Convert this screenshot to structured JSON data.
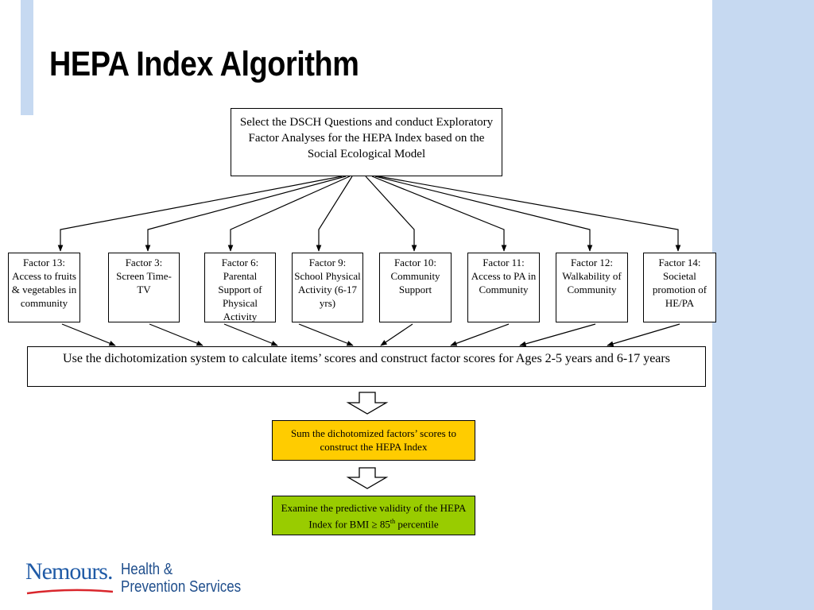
{
  "slide": {
    "title": "HEPA Index Algorithm",
    "colors": {
      "accent_band": "#c6d9f1",
      "sum_box": "#ffcc00",
      "exam_box": "#99cc00",
      "logo_blue": "#1f5aa6",
      "logo_red": "#d9262c"
    }
  },
  "diagram": {
    "top_box": "Select the DSCH Questions and conduct Exploratory Factor Analyses for the HEPA Index based on the Social Ecological Model",
    "factors": [
      "Factor 13: Access to fruits & vegetables in community",
      "Factor 3: Screen Time-TV",
      "Factor 6: Parental Support of Physical Activity",
      "Factor 9: School Physical Activity (6-17 yrs)",
      "Factor 10: Community Support",
      "Factor 11: Access to PA in Community",
      "Factor 12: Walkability of Community",
      "Factor 14: Societal promotion of HE/PA"
    ],
    "dichotomize_box": "Use the dichotomization system to calculate items’ scores and construct factor scores for Ages 2-5 years and 6-17 years",
    "sum_box": "Sum the dichotomized factors’ scores to construct the HEPA Index",
    "exam_box": {
      "text": "Examine the predictive validity of the HEPA Index for BMI ≥ 85",
      "superscript": "th",
      "suffix": " percentile"
    }
  },
  "footer": {
    "logo_text": "Nemours.",
    "tagline_line1": "Health &",
    "tagline_line2": "Prevention Services"
  }
}
